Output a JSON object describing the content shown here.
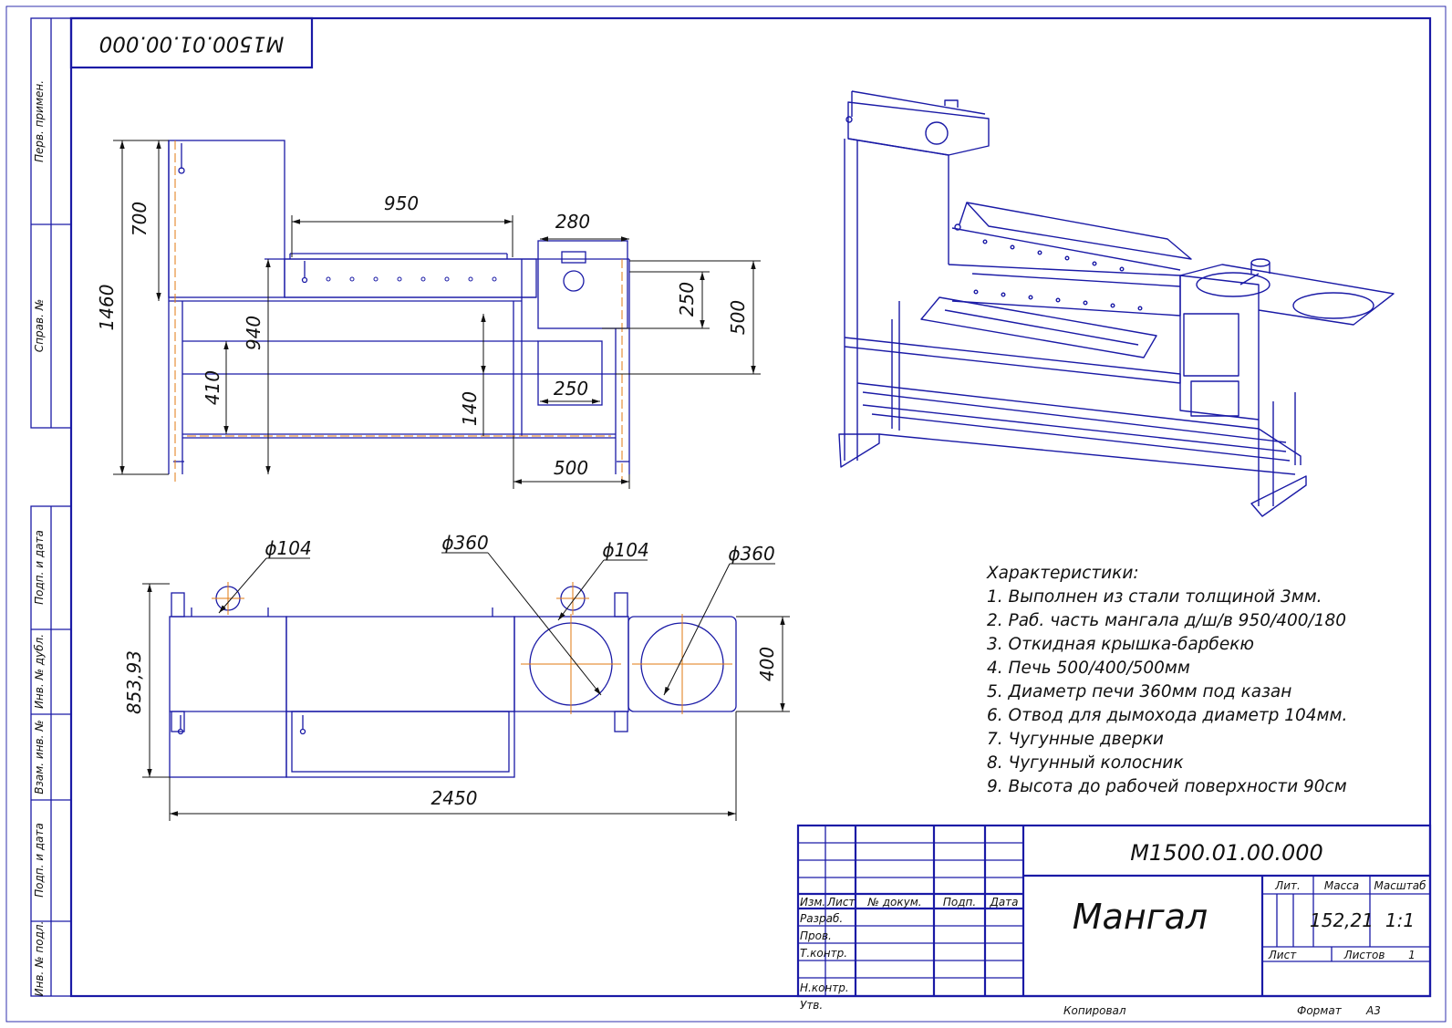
{
  "drawing_code": "M1500.01.00.000",
  "drawing_code_mirrored": "M1500.01.00.000",
  "title": "Мангал",
  "stamp": {
    "lit_label": "Лит.",
    "mass_label": "Масса",
    "scale_label": "Масштаб",
    "mass": "152,21",
    "scale": "1:1",
    "sheet_label": "Лист",
    "sheets_label": "Листов",
    "sheets": "1",
    "rows": [
      "Изм.",
      "Лист",
      "№ докум.",
      "Подп.",
      "Дата"
    ],
    "roles": [
      "Разраб.",
      "Пров.",
      "Т.контр.",
      "Н.контр.",
      "Утв."
    ]
  },
  "footer": {
    "copied": "Копировал",
    "format_label": "Формат",
    "format": "A3"
  },
  "side_labels": [
    "Перв. примен.",
    "Справ. №",
    "Подп. и дата",
    "Инв. № дубл.",
    "Взам. инв. №",
    "Подп. и дата",
    "Инв. № подл."
  ],
  "front_dims": {
    "d950": "950",
    "d280": "280",
    "d700": "700",
    "d1460": "1460",
    "d940": "940",
    "d250a": "250",
    "d500a": "500",
    "d410": "410",
    "d140": "140",
    "d250b": "250",
    "d500b": "500"
  },
  "top_dims": {
    "phi104a": "ϕ104",
    "phi360a": "ϕ360",
    "phi104b": "ϕ104",
    "phi360b": "ϕ360",
    "d853": "853,93",
    "d400": "400",
    "d2450": "2450"
  },
  "specs": {
    "heading": "Характеристики:",
    "items": [
      "1. Выполнен из стали толщиной 3мм.",
      "2. Раб. часть мангала д/ш/в 950/400/180",
      "3. Откидная крышка-барбекю",
      "4. Печь 500/400/500мм",
      "5. Диаметр печи 360мм под казан",
      "6. Отвод для дымохода диаметр 104мм.",
      "7. Чугунные дверки",
      "8. Чугунный колосник",
      "9. Высота до рабочей поверхности 90см"
    ]
  },
  "colors": {
    "line": "#1a1aa6",
    "axis": "#e07a10",
    "dim": "#111111"
  }
}
